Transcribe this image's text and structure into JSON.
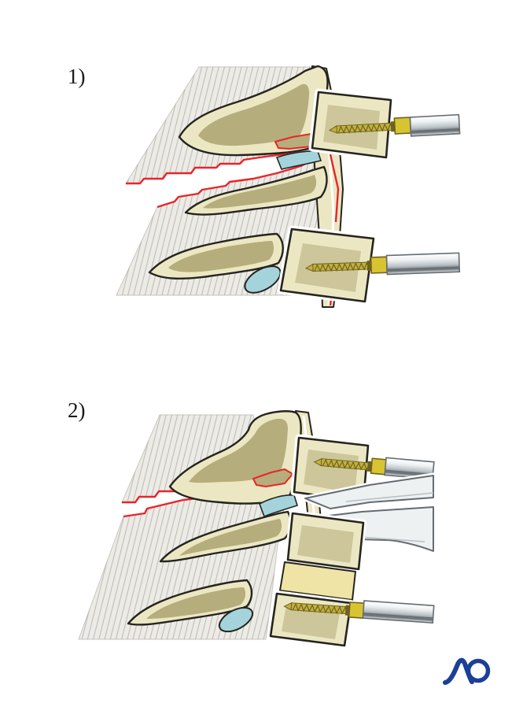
{
  "panels": [
    {
      "label": "1)"
    },
    {
      "label": "2)"
    }
  ],
  "logo": {
    "text": "AO",
    "color": "#1c3f97"
  },
  "colors": {
    "background": "#ffffff",
    "label": "#1a1a1a",
    "outline": "#25241f",
    "muscle": "#ecebe6",
    "muscleLine": "#a29d96",
    "bone": "#ece7c3",
    "spInner": "#b6ad7c",
    "bodyInner": "#cdc69b",
    "discBlue": "#a5d3dc",
    "discYellow": "#efe4a6",
    "fracture": "#e8252b",
    "screwGold": "#c3b13e",
    "screwDark": "#6f621f",
    "collarGold": "#d8c430",
    "metalLight": "#eef1f2",
    "metalMid": "#b9c0c5",
    "metalDark": "#646c72",
    "logoBlue": "#1c3f97"
  }
}
